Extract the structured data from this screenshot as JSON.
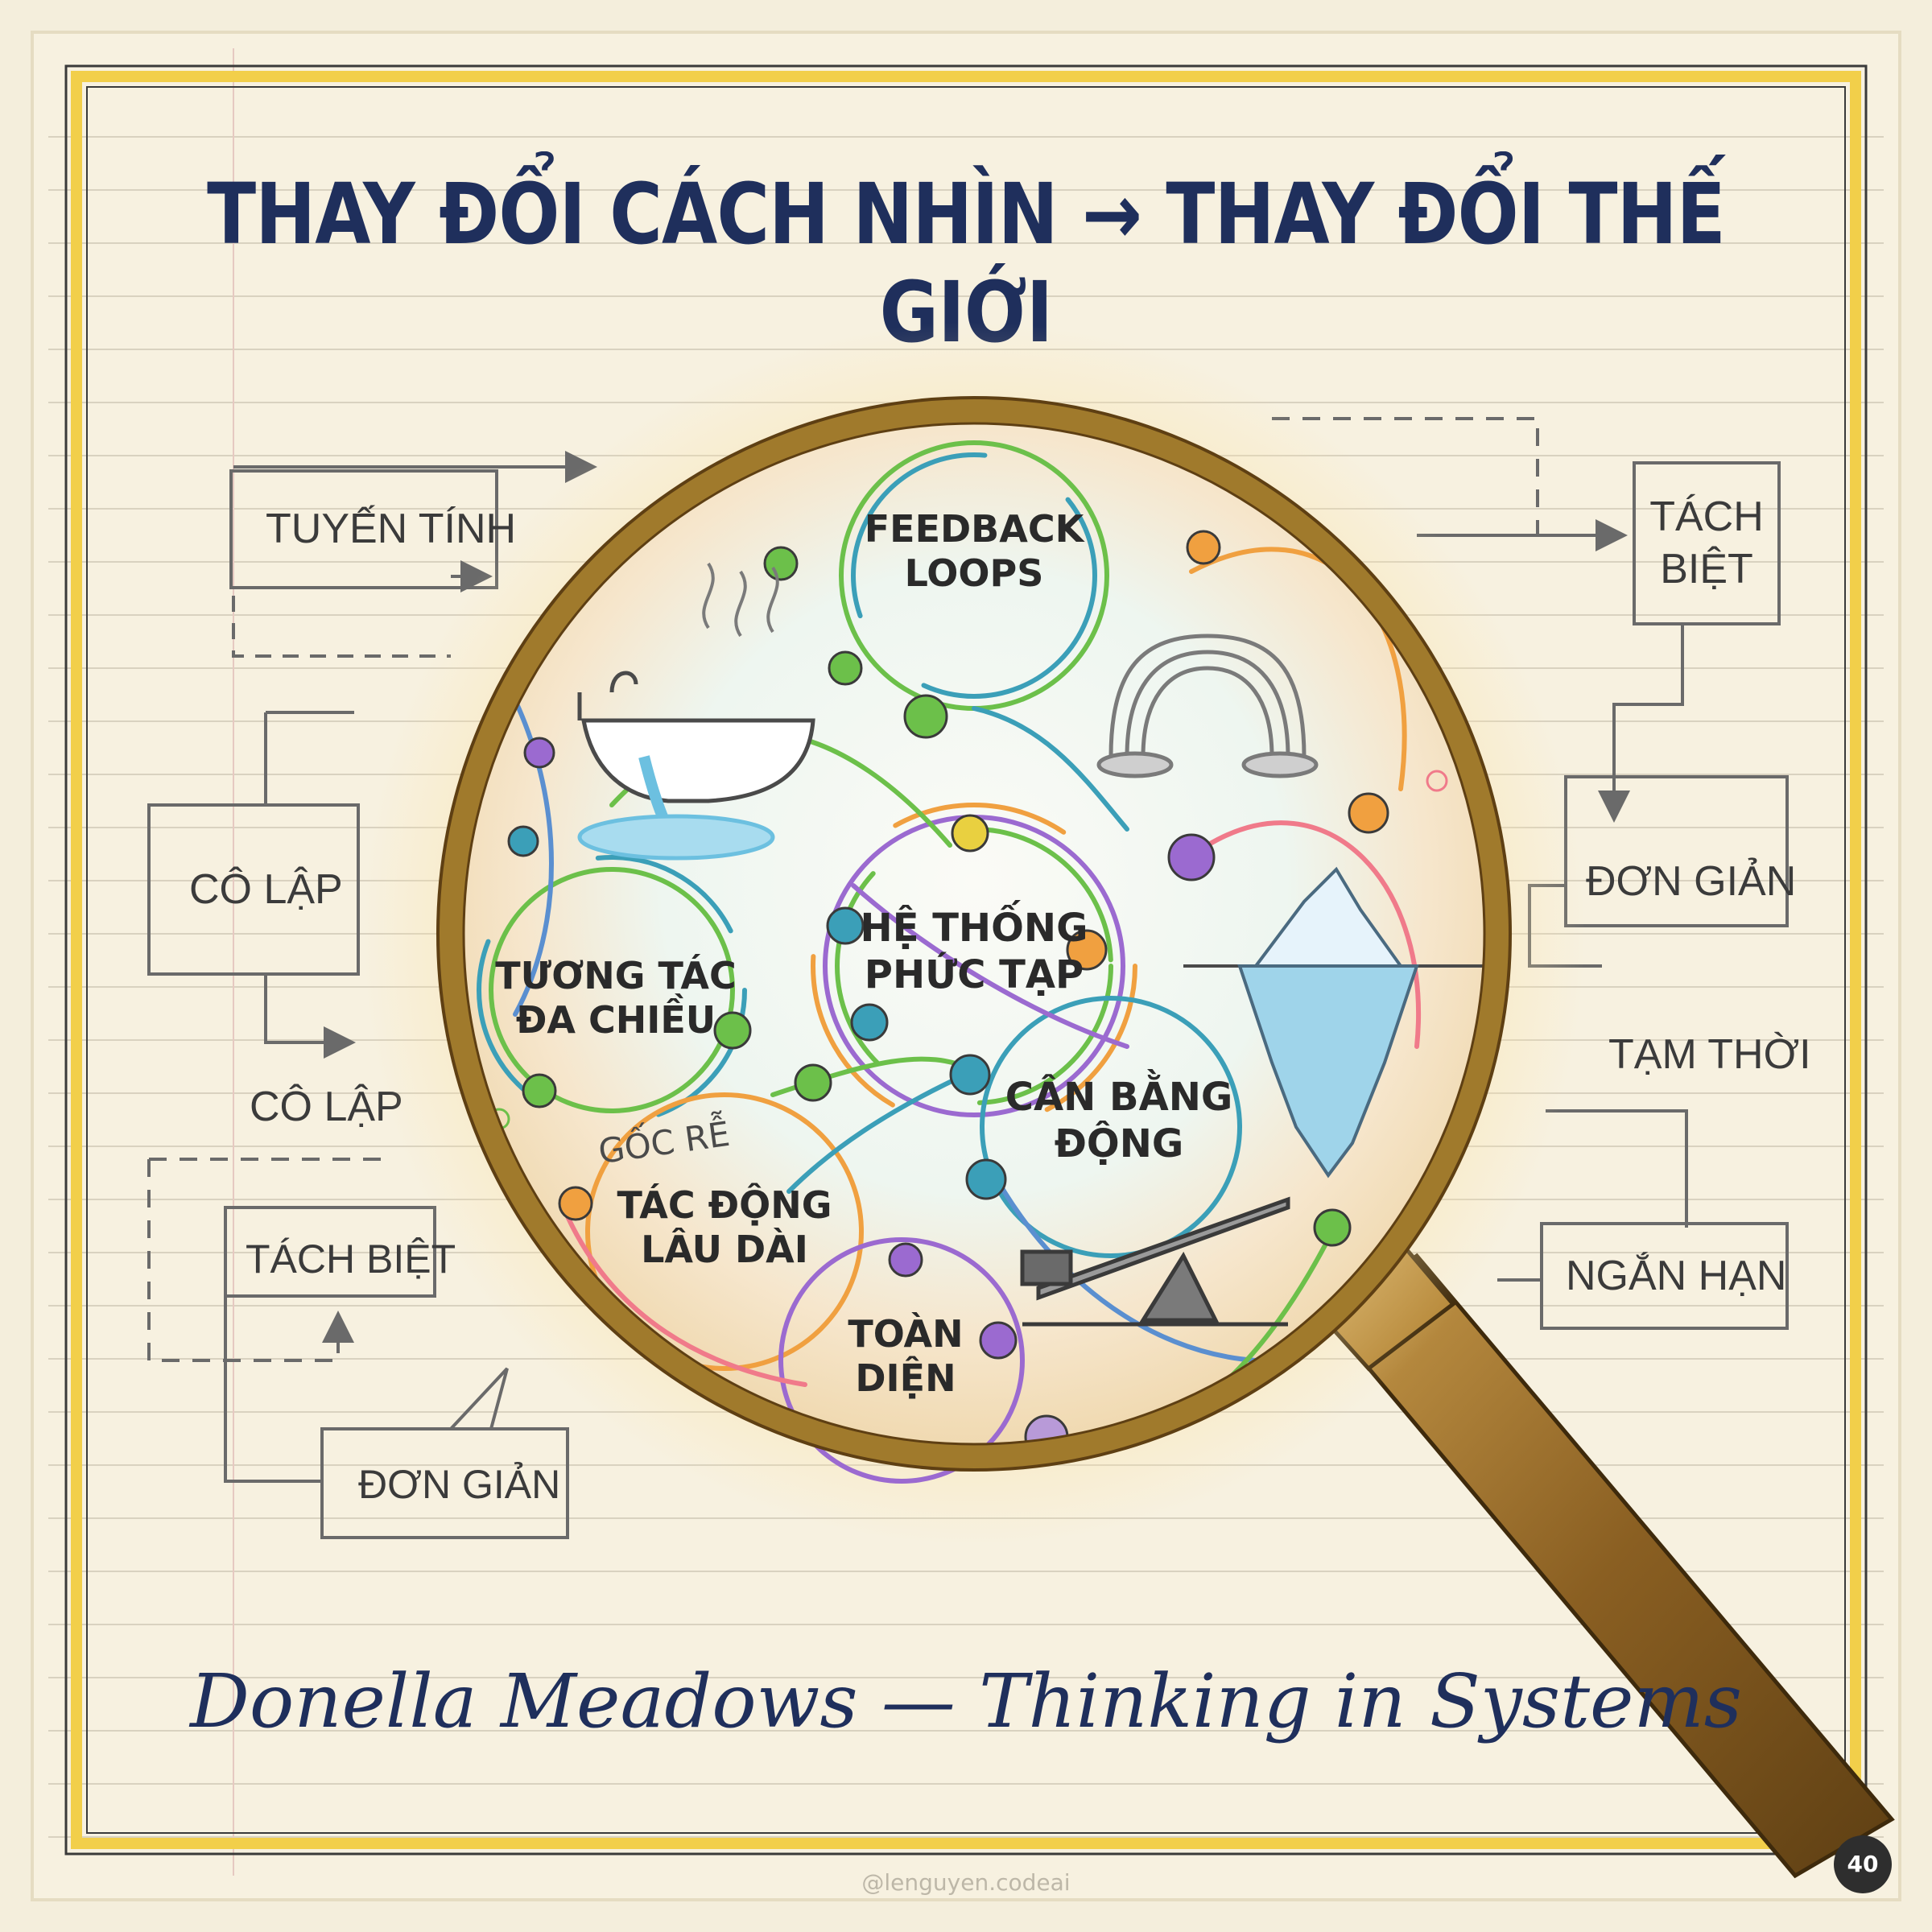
{
  "title": "THAY ĐỔI CÁCH NHÌN → THAY ĐỔI THẾ GIỚI",
  "subtitle": "Donella Meadows — Thinking in Systems",
  "watermark": "@lenguyen.codeai",
  "page_number": "40",
  "left_labels": {
    "tuyen_tinh": "TUYẾN TÍNH",
    "co_lap_1": "CÔ LẬP",
    "co_lap_2": "CÔ LẬP",
    "tach_biet": "TÁCH BIỆT",
    "don_gian": "ĐƠN GIẢN"
  },
  "right_labels": {
    "tach_biet": "TÁCH\nBIỆT",
    "don_gian": "ĐƠN GIẢN",
    "tam_thoi": "TẠM THỜI",
    "ngan_han": "NGẮN HẠN"
  },
  "lens_labels": {
    "feedback_loops": "FEEDBACK\nLOOPS",
    "he_thong": "HỆ THỐNG\nPHỨC TẠP",
    "tuong_tac": "TƯƠNG TÁC\nĐA CHIỀU",
    "can_bang": "CÂN BẰNG\nĐỘNG",
    "goc_re": "GỐC RỄ",
    "tac_dong": "TÁC ĐỘNG\nLÂU DÀI",
    "toan_dien": "TOÀN\nDIỆN"
  },
  "icons": [
    "bathtub-icon",
    "slinky-icon",
    "iceberg-icon",
    "seesaw-icon",
    "magnifying-glass-icon"
  ],
  "colors": {
    "paper": "#f4eedc",
    "border_yellow": "#f2cf4a",
    "title_navy": "#1f2f5c",
    "lens_brass": "#a07a2c",
    "ink": "#3b3b3b"
  }
}
